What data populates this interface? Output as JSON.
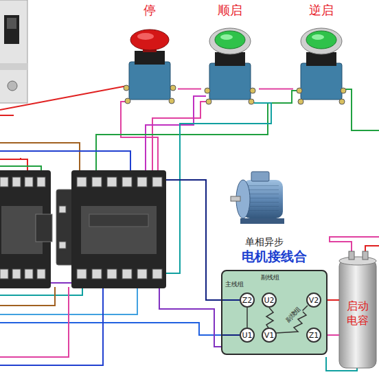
{
  "diagram": {
    "nodes": [
      {
        "text": [
          "停"
        ]
      },
      {
        "text": [
          "顺启"
        ]
      },
      {
        "text": [
          "逆启"
        ]
      },
      {
        "text": [
          "单相异步"
        ]
      },
      {
        "text": [
          "电机接线合",
          "主线组",
          "副线组",
          "副绕组"
        ]
      },
      {
        "text": [
          "Z2"
        ],
        "in": 4
      },
      {
        "text": [
          "U2"
        ],
        "in": 4
      },
      {
        "text": [
          "V2"
        ],
        "in": 4
      },
      {
        "text": [
          "U1"
        ],
        "in": 4
      },
      {
        "text": [
          "V1"
        ],
        "in": 4
      },
      {
        "text": [
          "Z1"
        ],
        "in": 4
      },
      {
        "text": [
          "启动电容"
        ]
      }
    ],
    "edges": [
      {
        "from": 0,
        "to": 1,
        "arrow": "none"
      },
      {
        "from": 1,
        "to": 2,
        "arrow": "none"
      },
      {
        "from": 11,
        "to": 7,
        "arrow": "none"
      },
      {
        "from": 11,
        "to": 10,
        "arrow": "none"
      }
    ]
  }
}
